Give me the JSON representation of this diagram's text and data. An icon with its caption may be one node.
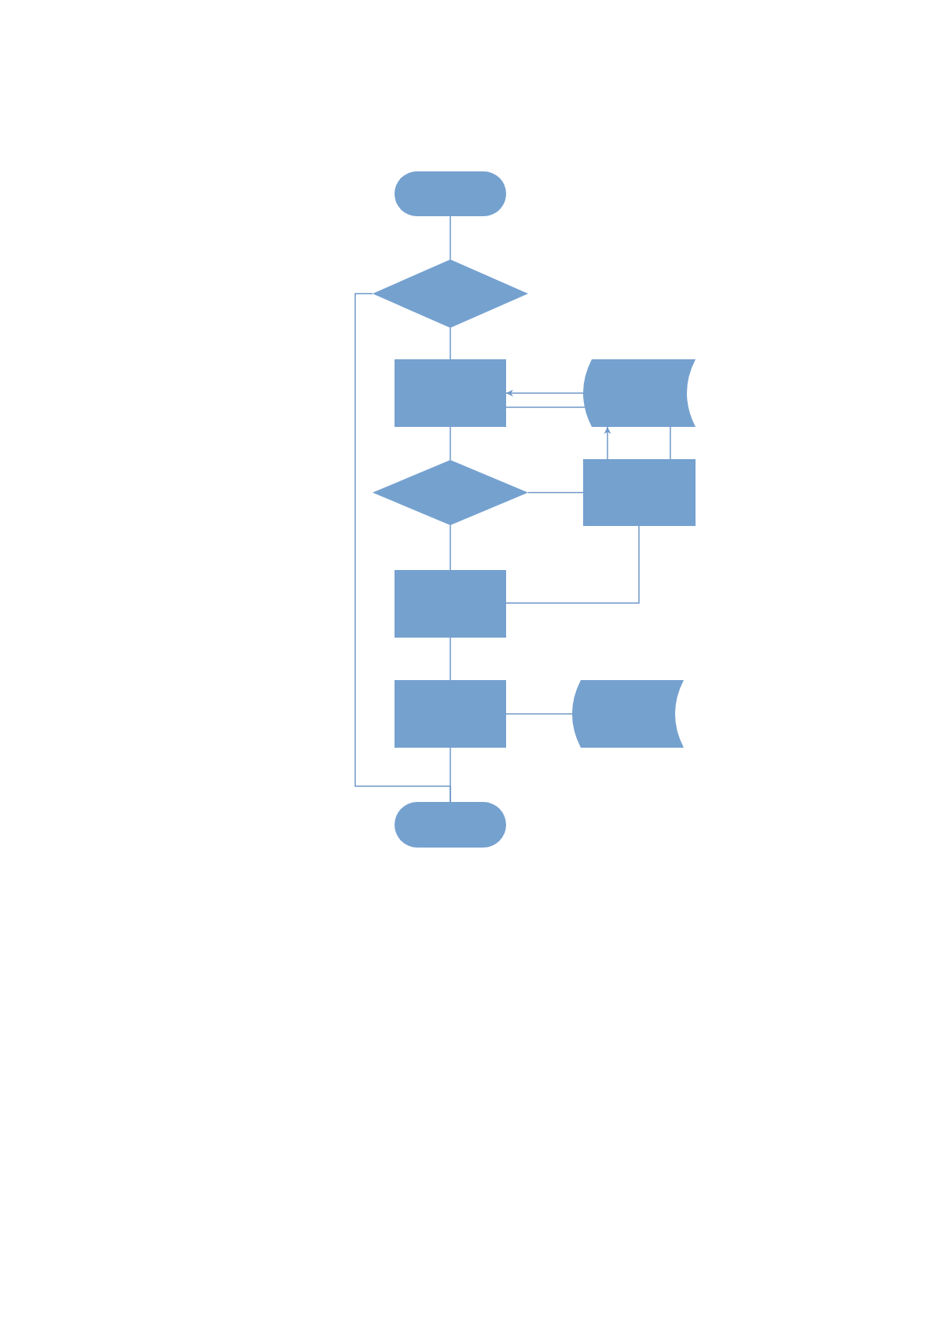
{
  "diagram": {
    "nodes": [
      {
        "text": [],
        "shape": "pill"
      },
      {
        "text": [],
        "shape": "diamond"
      },
      {
        "text": [],
        "shape": "box"
      },
      {
        "text": [],
        "shape": "storage"
      },
      {
        "text": [],
        "shape": "diamond"
      },
      {
        "text": [],
        "shape": "box"
      },
      {
        "text": [],
        "shape": "box"
      },
      {
        "text": [],
        "shape": "box"
      },
      {
        "text": [],
        "shape": "storage"
      },
      {
        "text": [],
        "shape": "pill"
      }
    ],
    "edges": [
      {
        "from": 0,
        "to": 1,
        "arrow": "none"
      },
      {
        "from": 1,
        "to": 2,
        "arrow": "none"
      },
      {
        "from": 3,
        "to": 2,
        "arrow": "to"
      },
      {
        "from": 2,
        "to": 3,
        "arrow": "none"
      },
      {
        "from": 5,
        "to": 3,
        "arrow": "to"
      },
      {
        "from": 3,
        "to": 5,
        "arrow": "none"
      },
      {
        "from": 2,
        "to": 4,
        "arrow": "none"
      },
      {
        "from": 4,
        "to": 5,
        "arrow": "none"
      },
      {
        "from": 4,
        "to": 6,
        "arrow": "none"
      },
      {
        "from": 5,
        "to": 6,
        "arrow": "none"
      },
      {
        "from": 6,
        "to": 7,
        "arrow": "none"
      },
      {
        "from": 7,
        "to": 8,
        "arrow": "none"
      },
      {
        "from": 7,
        "to": 9,
        "arrow": "none"
      },
      {
        "from": 1,
        "to": 9,
        "arrow": "none"
      }
    ]
  }
}
